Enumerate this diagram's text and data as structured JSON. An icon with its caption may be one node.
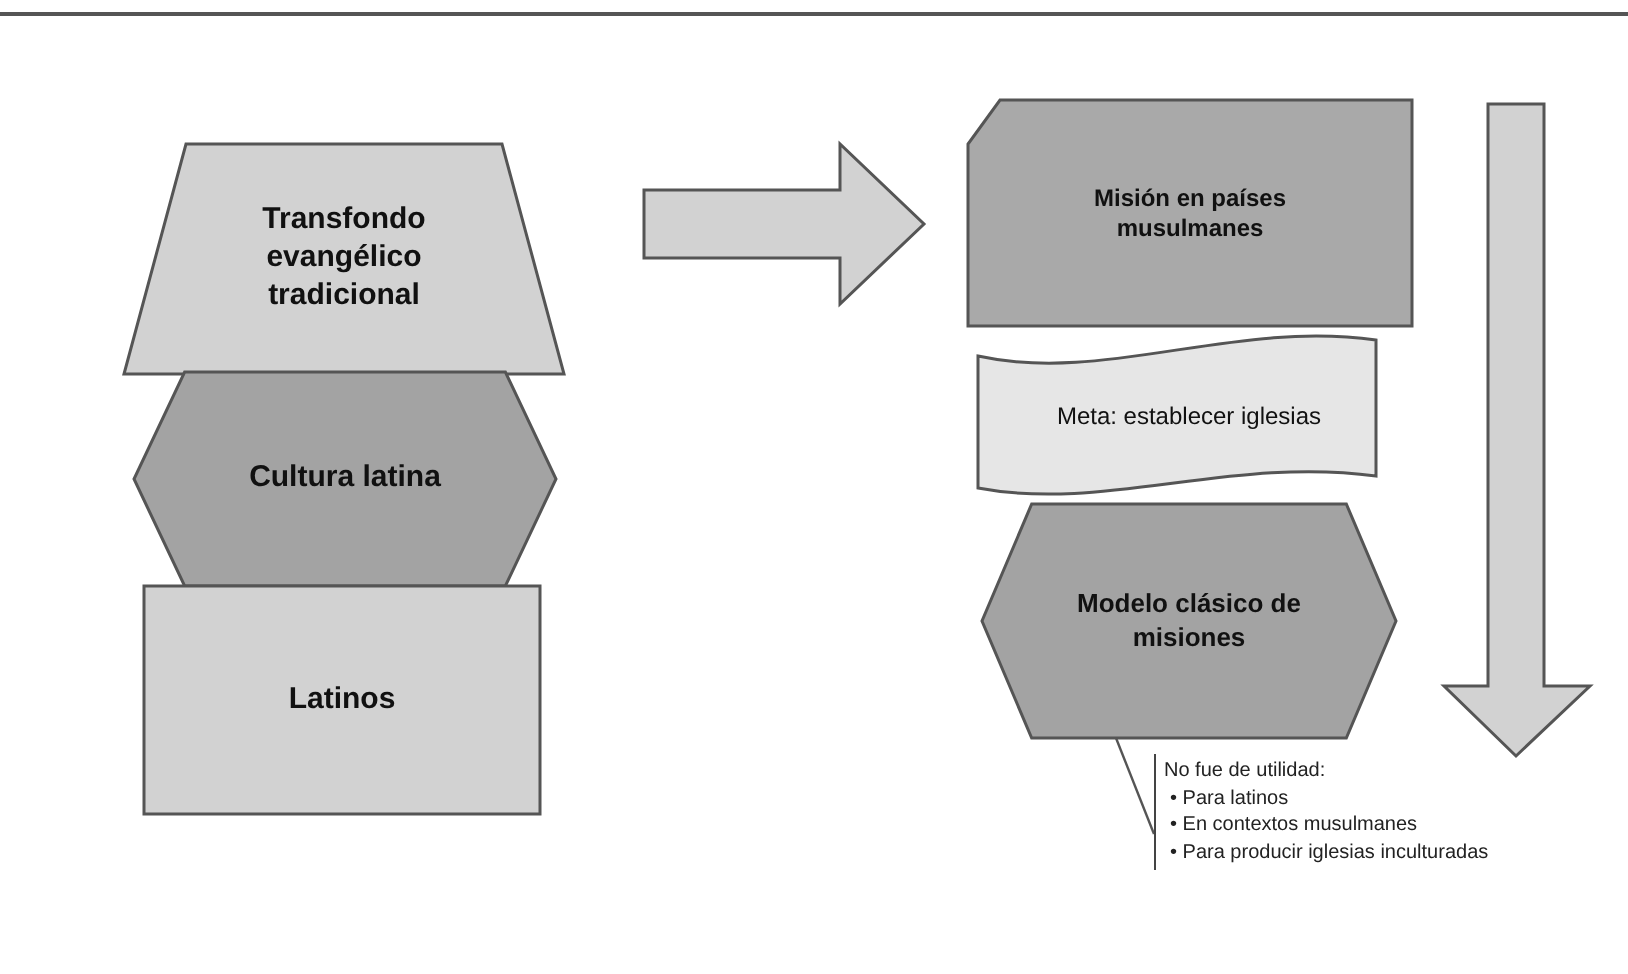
{
  "diagram": {
    "nodes": [
      {
        "text": [
          "Transfondo evangélico tradicional"
        ]
      },
      {
        "text": [
          "Cultura latina"
        ]
      },
      {
        "text": [
          "Latinos"
        ]
      },
      {
        "text": [
          "Misión en países musulmanes"
        ]
      },
      {
        "text": [
          "Meta: establecer iglesias"
        ]
      },
      {
        "text": [
          "Modelo clásico de misiones"
        ]
      },
      {
        "text": [
          "No fue de utilidad:",
          "• Para latinos",
          "• En contextos musulmanes",
          "• Para producir iglesias inculturadas"
        ]
      }
    ],
    "edges": [
      {
        "from": 0,
        "to": 3,
        "arrow": "to",
        "style": "thick"
      },
      {
        "from": 6,
        "to": 5,
        "arrow": "none"
      }
    ]
  }
}
